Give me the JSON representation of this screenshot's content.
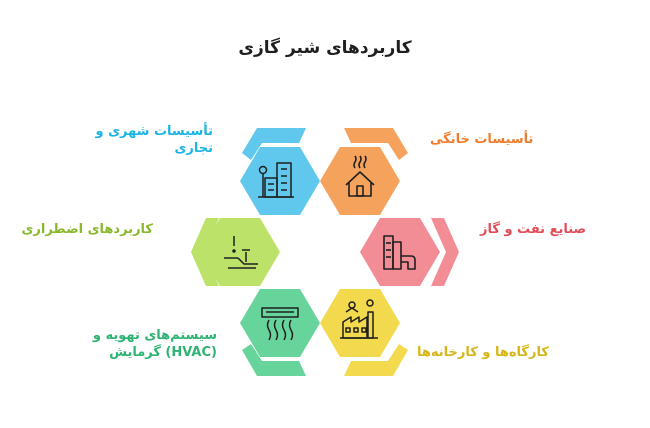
{
  "title": "کاربردهای شیر گازی",
  "items": [
    {
      "label": "تأسیسات خانگی",
      "color": "#f5a25d",
      "icon": "house-icon"
    },
    {
      "label": "صنایع نفت و گاز",
      "color": "#f28d96",
      "icon": "refinery-icon"
    },
    {
      "label": "کارگاه‌ها و کارخانه‌ها",
      "color": "#f2d94e",
      "icon": "factory-icon"
    },
    {
      "label": "سیستم‌های تهویه و\n(HVAC) گرمایش",
      "color": "#67d49b",
      "icon": "hvac-unit-icon"
    },
    {
      "label": "کاربردهای اضطراری",
      "color": "#bce26a",
      "icon": "emergency-valve-icon"
    },
    {
      "label": "تأسیسات شهری و\nتجاری",
      "color": "#5fc8ec",
      "icon": "city-buildings-icon"
    }
  ],
  "label_colors": [
    "#f07c2c",
    "#e04d57",
    "#d6b515",
    "#2fb372",
    "#8ab82c",
    "#1ab5e5"
  ]
}
